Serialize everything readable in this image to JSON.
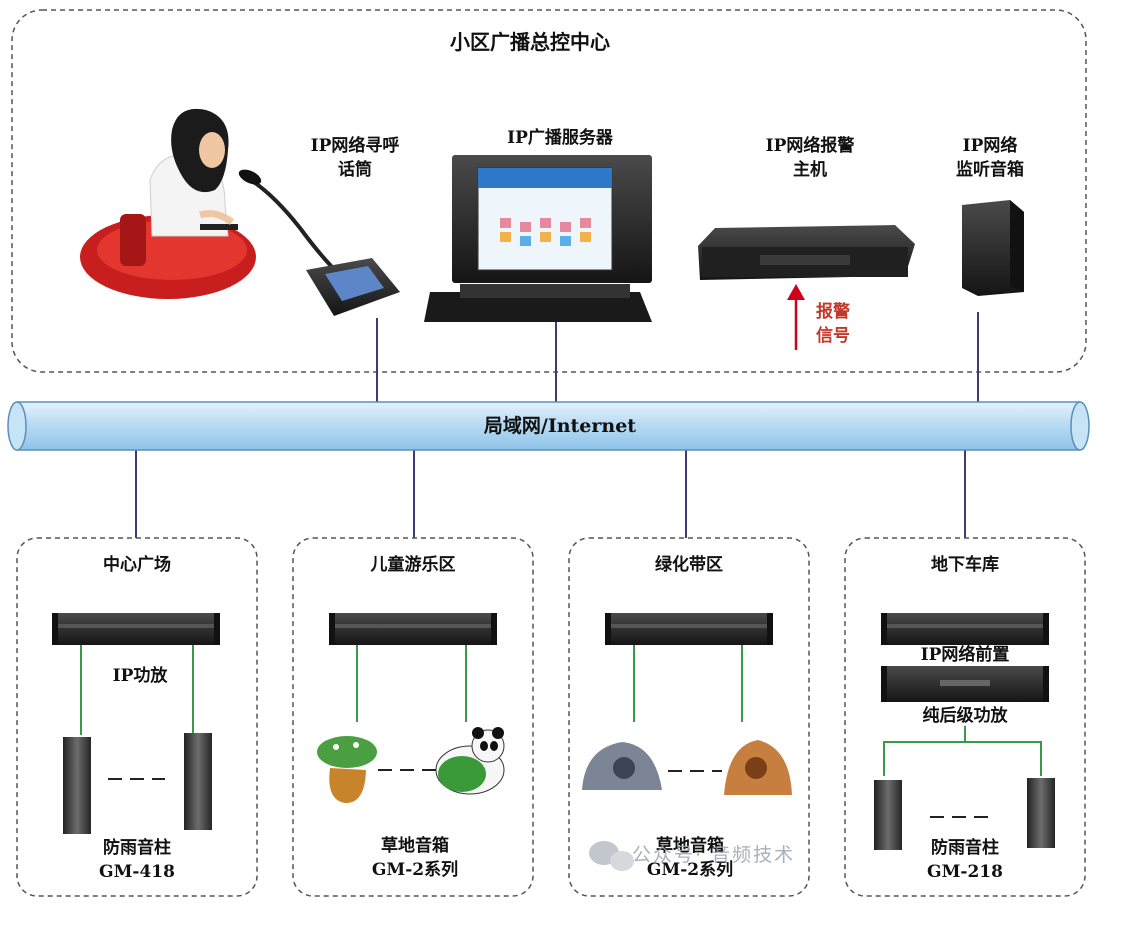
{
  "center": {
    "title": "小区广播总控中心",
    "paging_mic": "IP网络寻呼\n话筒",
    "server": "IP广播服务器",
    "alarm_host": "IP网络报警\n主机",
    "alarm_signal": "报警\n信号",
    "monitor_speaker": "IP网络\n监听音箱"
  },
  "network": {
    "label": "局域网/Internet"
  },
  "zones": [
    {
      "title": "中心广场",
      "amp": "IP功放",
      "speaker": "防雨音柱",
      "model": "GM-418"
    },
    {
      "title": "儿童游乐区",
      "speaker": "草地音箱",
      "model": "GM-2系列"
    },
    {
      "title": "绿化带区",
      "speaker": "草地音箱",
      "model": "GM-2系列"
    },
    {
      "title": "地下车库",
      "amp": "IP网络前置",
      "amp2": "纯后级功放",
      "speaker": "防雨音柱",
      "model": "GM-218"
    }
  ],
  "watermark": {
    "text": "公众号·   音频技术"
  },
  "colors": {
    "pipe": "#b9dcf3",
    "pipe_stroke": "#5a8fb8",
    "bus_line": "#3d3a78",
    "green_line": "#3a9a4a",
    "alarm_arrow": "#d0021b"
  }
}
